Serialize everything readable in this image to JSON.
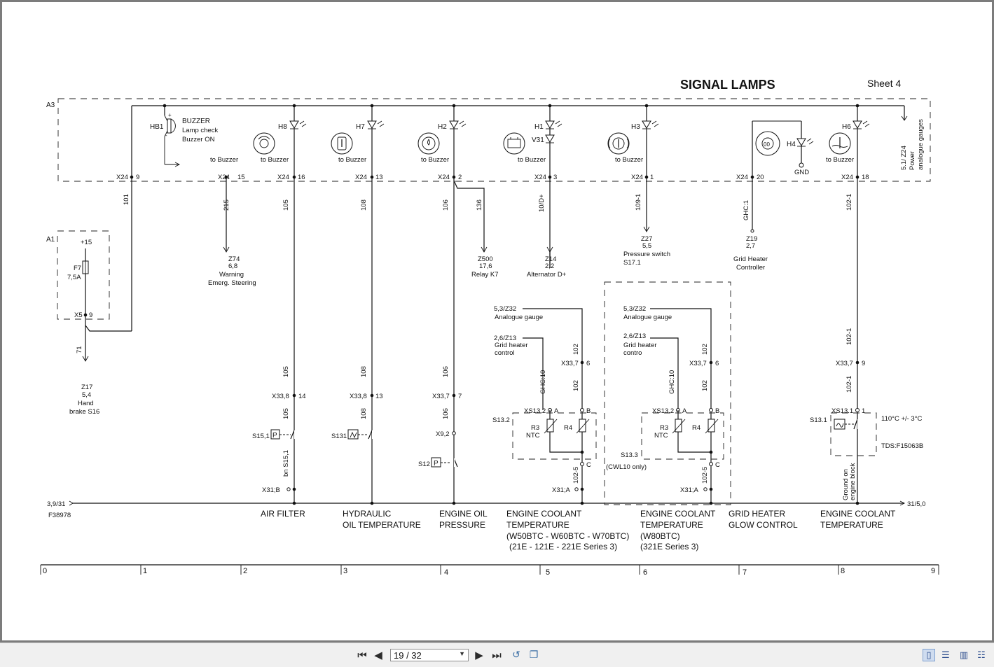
{
  "diagram": {
    "title": "SIGNAL LAMPS",
    "sheet": "Sheet 4",
    "module_a3": "A3",
    "module_a1": "A1",
    "ref_left": "3,9/31",
    "ref_right": "31/5,0",
    "doc_number": "F38978",
    "buzzer": {
      "id": "HB1",
      "plus": "+",
      "minus": "-",
      "label1": "BUZZER",
      "label2": "Lamp check",
      "label3": "Buzzer ON"
    },
    "to_buzzer": "to Buzzer",
    "lamps": {
      "h8": "H8",
      "h7": "H7",
      "h2": "H2",
      "h1": "H1",
      "v31": "V31",
      "h3": "H3",
      "h4": "H4",
      "h6": "H6",
      "gnd": "GND"
    },
    "power_label1": "5.1/ Z24",
    "power_label2": "Power",
    "power_label3": "analogue gauges",
    "connectors": {
      "x24_9": "X24",
      "n9": "9",
      "x24_15": "X24",
      "n15": "15",
      "x24_16": "X24",
      "n16": "16",
      "x24_13": "X24",
      "n13": "13",
      "x24_2": "X24",
      "n2": "2",
      "x24_3": "X24",
      "n3": "3",
      "x24_1": "X24",
      "n1": "1",
      "x24_20": "X24",
      "n20": "20",
      "x24_18": "X24",
      "n18": "18"
    },
    "wires": {
      "w101": "101",
      "w215": "215",
      "w105a": "105",
      "w108a": "108",
      "w106a": "106",
      "w136": "136",
      "w10d": "10/D+",
      "w109": "109-1",
      "wghc1": "GHC:1",
      "w1021a": "102-1",
      "w71": "71",
      "w105b": "105",
      "w105c": "105",
      "w108b": "108",
      "w108c": "108",
      "w106b": "106",
      "w106c": "106",
      "w102a": "102",
      "w102b": "102",
      "wghc10a": "GHC:10",
      "w102c": "102",
      "w102d": "102",
      "wghc10b": "GHC:10",
      "w1021b": "102-1",
      "w1021c": "102-1",
      "w1025a": "102-5",
      "w1025b": "102-5"
    },
    "a1": {
      "plus15": "+15",
      "fuse": "F7",
      "amp": "7,5A",
      "x5": "X5",
      "n9": "9"
    },
    "refs": {
      "z17a": "Z17",
      "z17b": "5,4",
      "z17c": "Hand",
      "z17d": "brake S16",
      "z74a": "Z74",
      "z74b": "6,8",
      "z74c": "Warning",
      "z74d": "Emerg. Steering",
      "z500a": "Z500",
      "z500b": "17,6",
      "z500c": "Relay K7",
      "z14a": "Z14",
      "z14b": "2,2",
      "z14c": "Alternator D+",
      "z27a": "Z27",
      "z27b": "5,5",
      "z27c": "Pressure switch",
      "z27d": "S17.1",
      "z19a": "Z19",
      "z19b": "2,7",
      "z19c": "Grid Heater",
      "z19d": "Controller",
      "ag1a": "5,3/Z32",
      "ag1b": "Analogue gauge",
      "gh1a": "2,6/Z13",
      "gh1b": "Grid heater",
      "gh1c": "control",
      "ag2a": "5,3/Z32",
      "ag2b": "Analogue gauge",
      "gh2a": "2,6/Z13",
      "gh2b": "Grid heater",
      "gh2c": "contro"
    },
    "x33": {
      "x33_8a": "X33,8",
      "n14": "14",
      "x33_8b": "X33,8",
      "n13": "13",
      "x33_7a": "X33,7",
      "n7": "7",
      "x33_7b": "X33,7",
      "n6a": "6",
      "x33_7c": "X33,7",
      "n6b": "6",
      "x33_7d": "X33,7",
      "n9": "9"
    },
    "switches": {
      "s151": "S15,1",
      "s131": "S131",
      "x92": "X9,2",
      "s12": "S12",
      "bn": "bn S15,1",
      "x31b": "X31;B",
      "s132": "S13.2",
      "xs132a": "XS13.2",
      "a1": "A",
      "b1": "B",
      "r3a": "R3",
      "ntc1": "NTC",
      "r4a": "R4",
      "c1": "C",
      "x31a1": "X31;A",
      "xs132b": "XS13.2",
      "a2": "A",
      "b2": "B",
      "r3b": "R3",
      "ntc2": "NTC",
      "r4b": "R4",
      "c2": "C",
      "s133": "S13.3",
      "cwl": "(CWL10 only)",
      "x31a2": "X31;A",
      "s131b": "S13.1",
      "xs131": "XS13.1",
      "n1": "1",
      "temp": "110°C +/- 3°C",
      "tds": "TDS:F15063B",
      "ground1": "Ground on",
      "ground2": "engine block"
    },
    "captions": {
      "c1": "AIR FILTER",
      "c2a": "HYDRAULIC",
      "c2b": "OIL TEMPERATURE",
      "c3a": "ENGINE OIL",
      "c3b": "PRESSURE",
      "c4a": "ENGINE COOLANT",
      "c4b": "TEMPERATURE",
      "c4c": "(W50BTC - W60BTC - W70BTC)",
      "c4d": "(21E - 121E - 221E Series 3)",
      "c5a": "ENGINE COOLANT",
      "c5b": "TEMPERATURE",
      "c5c": "(W80BTC)",
      "c5d": "(321E Series 3)",
      "c6a": "GRID HEATER",
      "c6b": "GLOW CONTROL",
      "c7a": "ENGINE COOLANT",
      "c7b": "TEMPERATURE"
    },
    "columns": [
      "0",
      "1",
      "2",
      "3",
      "4",
      "5",
      "6",
      "7",
      "8",
      "9"
    ]
  },
  "viewer": {
    "page_indicator": "19 / 32",
    "first_icon": "first-page-icon",
    "prev_icon": "prev-page-icon",
    "next_icon": "next-page-icon",
    "last_icon": "last-page-icon"
  }
}
